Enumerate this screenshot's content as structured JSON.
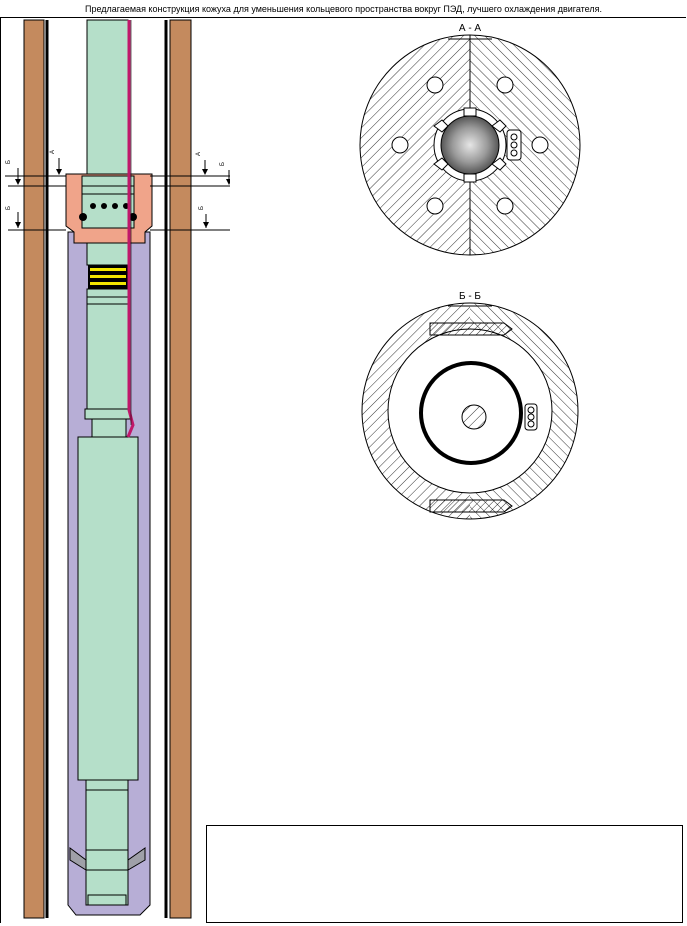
{
  "caption": "Предлагаемая конструкция кожуха для уменьшения кольцевого пространства вокруг ПЭД, лучшего охлаждения двигателя.",
  "sections": {
    "aa_title": "А - А",
    "bb_title": "Б - Б"
  },
  "cut_marks": {
    "a": "А",
    "b": "Б"
  },
  "colors": {
    "casing": "#C48A5E",
    "tubing_body": "#B5DFC9",
    "shroud": "#B7AED6",
    "clamp": "#F0A48A",
    "cable": "#C0186A",
    "hatch": "#000000"
  }
}
